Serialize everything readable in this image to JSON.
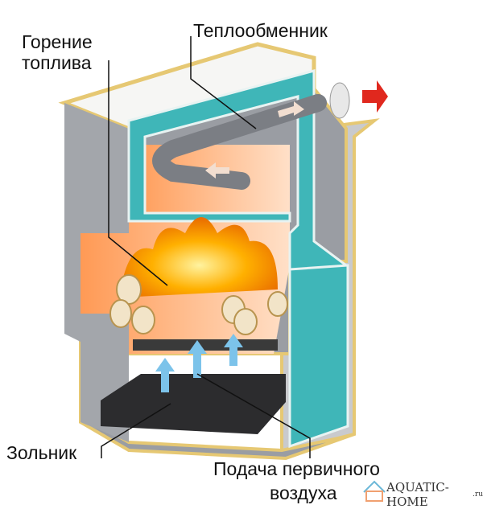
{
  "labels": {
    "combustion": [
      "Горение",
      "топлива"
    ],
    "heat_exchanger": "Теплообменник",
    "ash_pit": "Зольник",
    "primary_air": [
      "Подача первичного",
      "воздуха"
    ]
  },
  "watermark": {
    "name": "AQUATIC-HOME",
    "tld": ".ru"
  },
  "colors": {
    "body": "#9a9da3",
    "insulation": "#3fb6b8",
    "fire": "#f6a400",
    "firebox": "#ffb27a",
    "trim": "#e6c873",
    "arrow_air": "#7cc3ea",
    "arrow_out": "#e0281e"
  }
}
